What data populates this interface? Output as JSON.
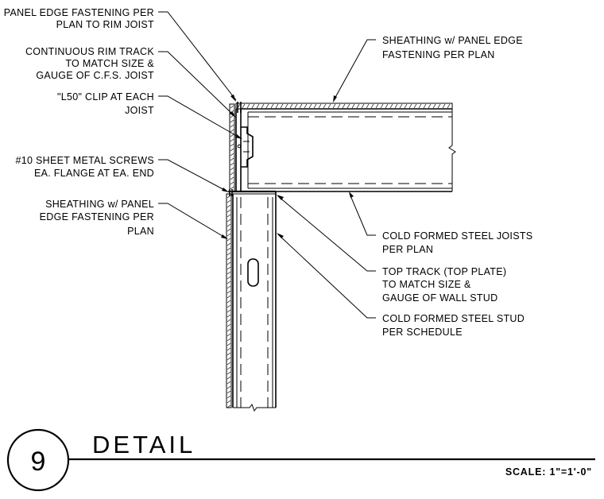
{
  "notes": {
    "panel_edge_rim": [
      "PANEL EDGE FASTENING PER",
      "PLAN TO RIM JOIST"
    ],
    "rim_track": [
      "CONTINUOUS RIM TRACK",
      "TO MATCH SIZE &",
      "GAUGE OF C.F.S. JOIST"
    ],
    "clip": [
      "\"L50\" CLIP AT EACH",
      "JOIST"
    ],
    "screws": [
      "#10 SHEET METAL SCREWS",
      "EA. FLANGE AT EA. END"
    ],
    "wall_sheathing": [
      "SHEATHING w/ PANEL",
      "EDGE FASTENING PER",
      "PLAN"
    ],
    "floor_sheathing": [
      "SHEATHING w/ PANEL EDGE",
      "FASTENING PER PLAN"
    ],
    "joists": [
      "COLD FORMED STEEL JOISTS",
      "PER PLAN"
    ],
    "top_track": [
      "TOP TRACK (TOP PLATE)",
      "TO MATCH SIZE &",
      "GAUGE OF WALL STUD"
    ],
    "stud": [
      "COLD FORMED STEEL STUD",
      "PER SCHEDULE"
    ]
  },
  "title_block": {
    "detail_number": "9",
    "title": "DETAIL",
    "scale": "SCALE:  1\"=1'-0\""
  }
}
